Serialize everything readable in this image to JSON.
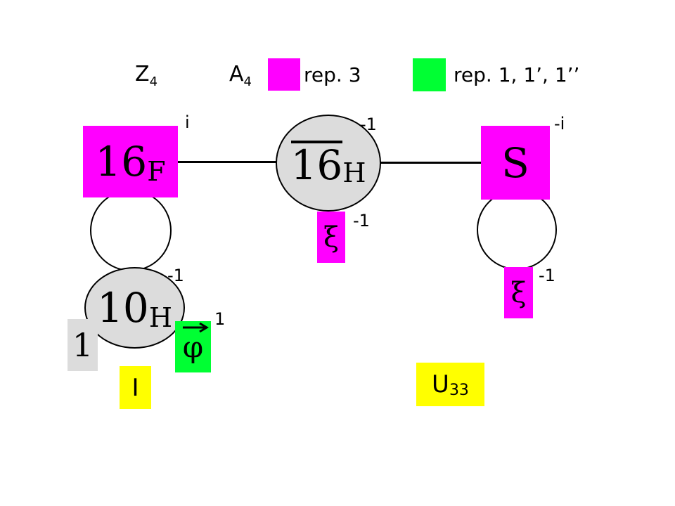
{
  "legend": {
    "z4": "Z",
    "z4_sub": "4",
    "a4": "A",
    "a4_sub": "4",
    "rep3_label": "rep. 3",
    "rep1_label": "rep. 1, 1’, 1’’",
    "rep3_color": "#ff00ff",
    "rep1_color": "#00ff33"
  },
  "nodes": {
    "f16": {
      "main": "16",
      "sub": "F",
      "charge": "i"
    },
    "h16bar": {
      "main": "16",
      "sub": "H",
      "charge": "-1"
    },
    "s": {
      "main": "S",
      "charge": "-i"
    },
    "h10": {
      "main": "10",
      "sub": "H",
      "charge": "-1"
    },
    "xi_center": {
      "symbol": "ξ",
      "charge": "-1"
    },
    "xi_right": {
      "symbol": "ξ",
      "charge": "-1"
    },
    "phi": {
      "symbol": "φ",
      "charge": "1"
    },
    "one": {
      "symbol": "1"
    }
  },
  "labels": {
    "identity": "I",
    "u": "U",
    "u_sub": "33"
  },
  "colors": {
    "magenta": "#ff00ff",
    "green": "#00ff33",
    "yellow": "#ffff00",
    "grey": "#dcdcdc"
  }
}
